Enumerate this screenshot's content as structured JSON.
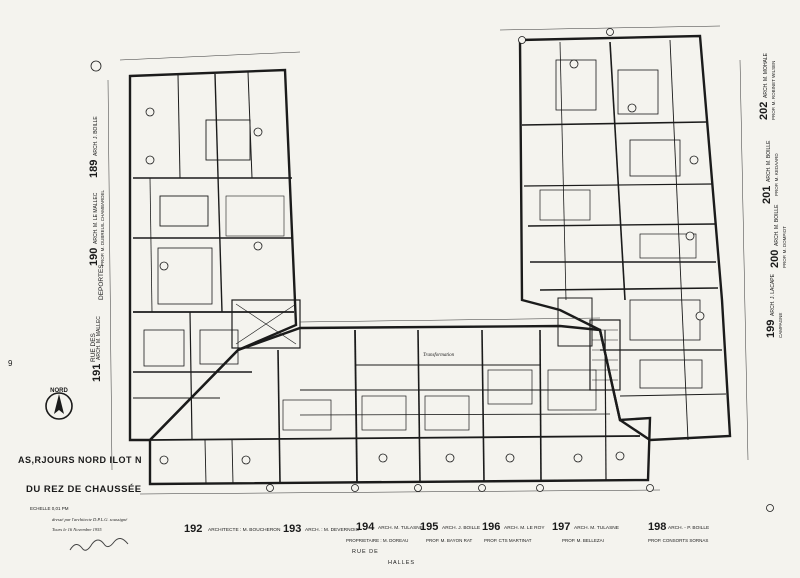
{
  "title": {
    "line1": "AS,RJOURS NORD  ILOT N",
    "line2": "DU REZ DE CHAUSSÉE",
    "scale": "ECHELLE 0,01 PM",
    "note1": "dressé par l'architecte D.P.L.G. soussigné",
    "note2": "Tours le 16 Novembre 1955"
  },
  "north": {
    "label": "NORD"
  },
  "page_number": "9",
  "street": {
    "left_1": "RUE  DES",
    "left_2": "DEPORTES",
    "bottom_1": "RUE  DE",
    "bottom_2": "HALLES"
  },
  "annotations": {
    "transformation": "Transformation"
  },
  "lots_left": [
    {
      "num": "189",
      "text": "ARCH. J. BOILLE"
    },
    {
      "num": "190",
      "text": "ARCH. M. LE MALLEC",
      "owner": "PROP. M. DUBREUIL CHAMBARDEL"
    },
    {
      "num": "191",
      "text": "ARCH. M. MALLEC"
    }
  ],
  "lots_right": [
    {
      "num": "202",
      "text": "ARCH. M. MOHALE",
      "owner": "PROP. M. ROBINET WILSEN"
    },
    {
      "num": "201",
      "text": "ARCH. M. BOILLE",
      "owner": "PROP. M. KEDAARD"
    },
    {
      "num": "200",
      "text": "ARCH. M. BOILLE",
      "owner": "PROP. M. DOMPIOT"
    },
    {
      "num": "199",
      "text": "ARCH. J. LACAPE",
      "owner": "CAMPAGNE"
    }
  ],
  "lots_bottom": [
    {
      "num": "192",
      "text": "ARCHITECTE : M. BOUCHERON",
      "owner": ""
    },
    {
      "num": "193",
      "text": "ARCH. : M. DEVERNOIS",
      "owner": ""
    },
    {
      "num": "194",
      "text": "ARCH. M. TULASNE",
      "owner": "PROPRIETAIRE : M. DOREAU"
    },
    {
      "num": "195",
      "text": "ARCH. J. BOILLE",
      "owner": "PROP. M. BAYON RAT"
    },
    {
      "num": "196",
      "text": "ARCH. M. LE ROY",
      "owner": "PROP. CTS MARTINAT"
    },
    {
      "num": "197",
      "text": "ARCH. M. TULASNE",
      "owner": "PROP. M. BELLEZAI"
    },
    {
      "num": "198",
      "text": "ARCH. - P. BOILLE",
      "owner": "PROP. CONSORTS SORNAS"
    }
  ]
}
